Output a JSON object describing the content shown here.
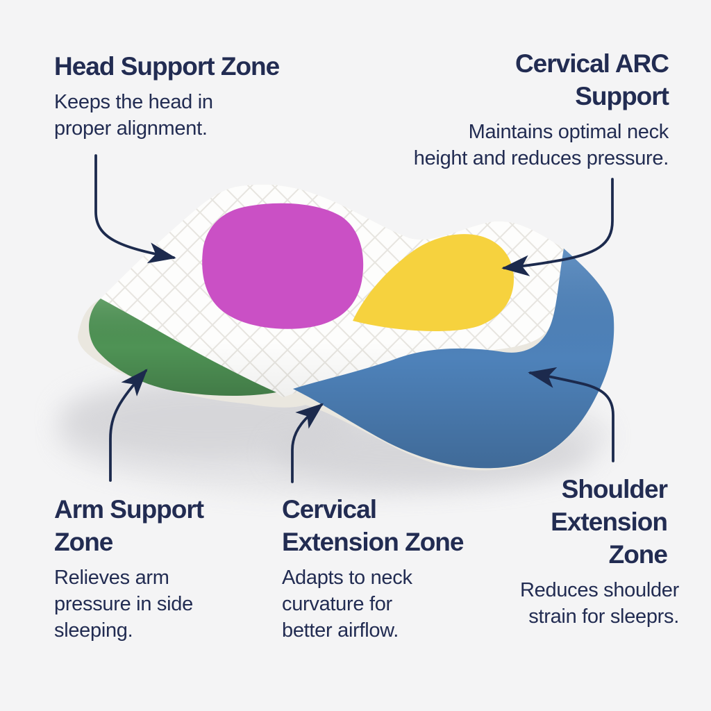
{
  "page": {
    "background_color": "#f4f4f5",
    "text_color": "#222c52",
    "arrow_color": "#1c2a4d"
  },
  "zone_colors": {
    "head_support": "#ca50c5",
    "cervical_arc": "#f6d23e",
    "arm_support": "#4f9355",
    "extension": "#4e82ba",
    "pillow_top": "#fdfdfc",
    "pillow_base": "#eae7df"
  },
  "labels": [
    {
      "id": "head-support",
      "title": "Head Support Zone",
      "description": "Keeps the head in\nproper alignment."
    },
    {
      "id": "cervical-arc",
      "title": "Cervical ARC\nSupport",
      "description": "Maintains optimal neck\nheight and reduces pressure."
    },
    {
      "id": "arm-support",
      "title": "Arm Support\nZone",
      "description": "Relieves arm\npressure in side\nsleeping."
    },
    {
      "id": "cervical-extension",
      "title": "Cervical\nExtension Zone",
      "description": "Adapts to neck\ncurvature for\nbetter airflow."
    },
    {
      "id": "shoulder-extension",
      "title": "Shoulder\nExtension\nZone",
      "description": "Reduces shoulder\nstrain for sleeprs."
    }
  ]
}
